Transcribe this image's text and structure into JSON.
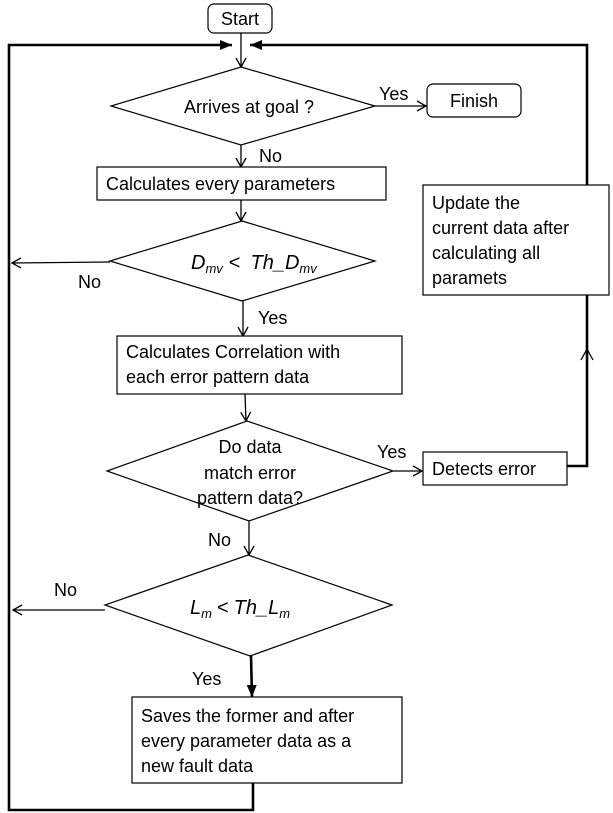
{
  "flowchart": {
    "start": "Start",
    "finish": "Finish",
    "decision_goal": "Arrives at goal ?",
    "process_calc": "Calculates every parameters",
    "decision_dmv": {
      "lhs": "D",
      "lhs_sub": "mv",
      "op": "<",
      "rhs": "Th_D",
      "rhs_sub": "mv"
    },
    "process_corr": [
      "Calculates Correlation with",
      "each error pattern data"
    ],
    "decision_match": [
      "Do data",
      "match error",
      "pattern data?"
    ],
    "process_detect": "Detects error",
    "process_update": [
      "Update the",
      "current data after",
      "calculating all",
      "paramets"
    ],
    "decision_lm": {
      "lhs": "L",
      "lhs_sub": "m",
      "op": "<",
      "rhs": "Th_L",
      "rhs_sub": "m"
    },
    "process_save": [
      "Saves the former and after",
      "every parameter data as a",
      "new fault data"
    ],
    "labels": {
      "yes_goal": "Yes",
      "no_goal": "No",
      "no_dmv": "No",
      "yes_dmv": "Yes",
      "yes_match": "Yes",
      "no_match": "No",
      "no_lm": "No",
      "yes_lm": "Yes"
    }
  }
}
